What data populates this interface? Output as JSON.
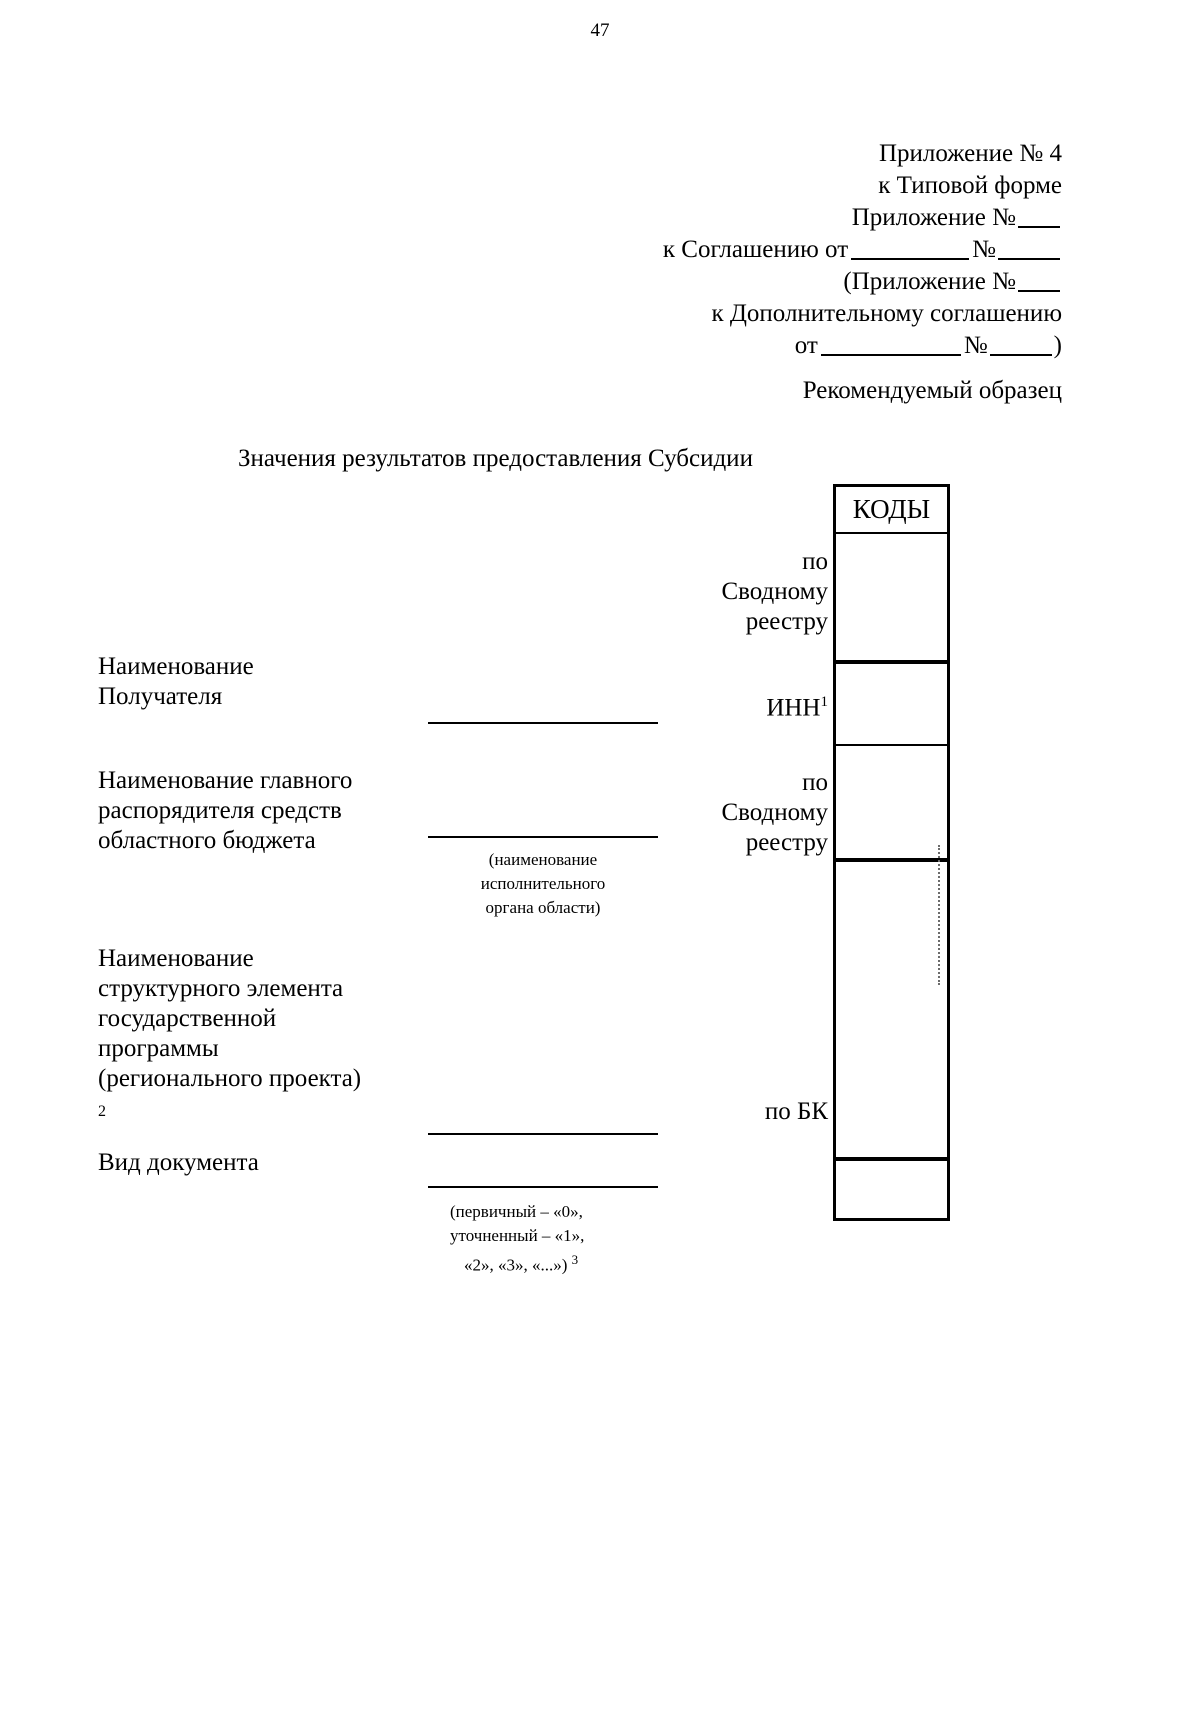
{
  "page": {
    "number": "47"
  },
  "header": {
    "lines": [
      "Приложение № 4",
      "к Типовой форме",
      "Приложение № ",
      "к Соглашению от ",
      "(Приложение № ",
      "к Дополнительному соглашению",
      "от "
    ],
    "appendix_no": "Приложение № 4",
    "to_typical_form": "к Типовой форме",
    "appendix_no_blank": "Приложение №",
    "to_agreement_from": "к Соглашению от",
    "number_sign": "№",
    "appendix_paren_open": "(Приложение №",
    "to_additional_agreement": "к Дополнительному соглашению",
    "from": "от",
    "paren_close": ")"
  },
  "recommended_sample": "Рекомендуемый образец",
  "title": "Значения результатов предоставления Субсидии",
  "codes_table": {
    "caption": "КОДЫ",
    "rows": [
      "",
      "",
      "",
      "",
      ""
    ]
  },
  "captions": {
    "po": "по",
    "svodnomu": "Сводному",
    "reestru": "реестру",
    "inn": "ИНН",
    "inn_footnote": "1",
    "po_bk": "по БК"
  },
  "labels": {
    "recipient_name": [
      "Наименование",
      "Получателя"
    ],
    "chief_administrator": [
      "Наименование главного",
      "распорядителя средств",
      "областного бюджета"
    ],
    "program_element": [
      "Наименование",
      "структурного элемента",
      "государственной",
      "программы",
      "(регионального проекта)"
    ],
    "program_element_footnote": "2",
    "document_type": "Вид документа"
  },
  "sub_captions": {
    "executive_body": [
      "(наименование",
      "исполнительного",
      "органа области)"
    ],
    "document_type_hint": [
      "(первичный – «0»,",
      "уточненный – «1»,",
      "«2», «3», «...») "
    ],
    "document_type_footnote": "3"
  }
}
